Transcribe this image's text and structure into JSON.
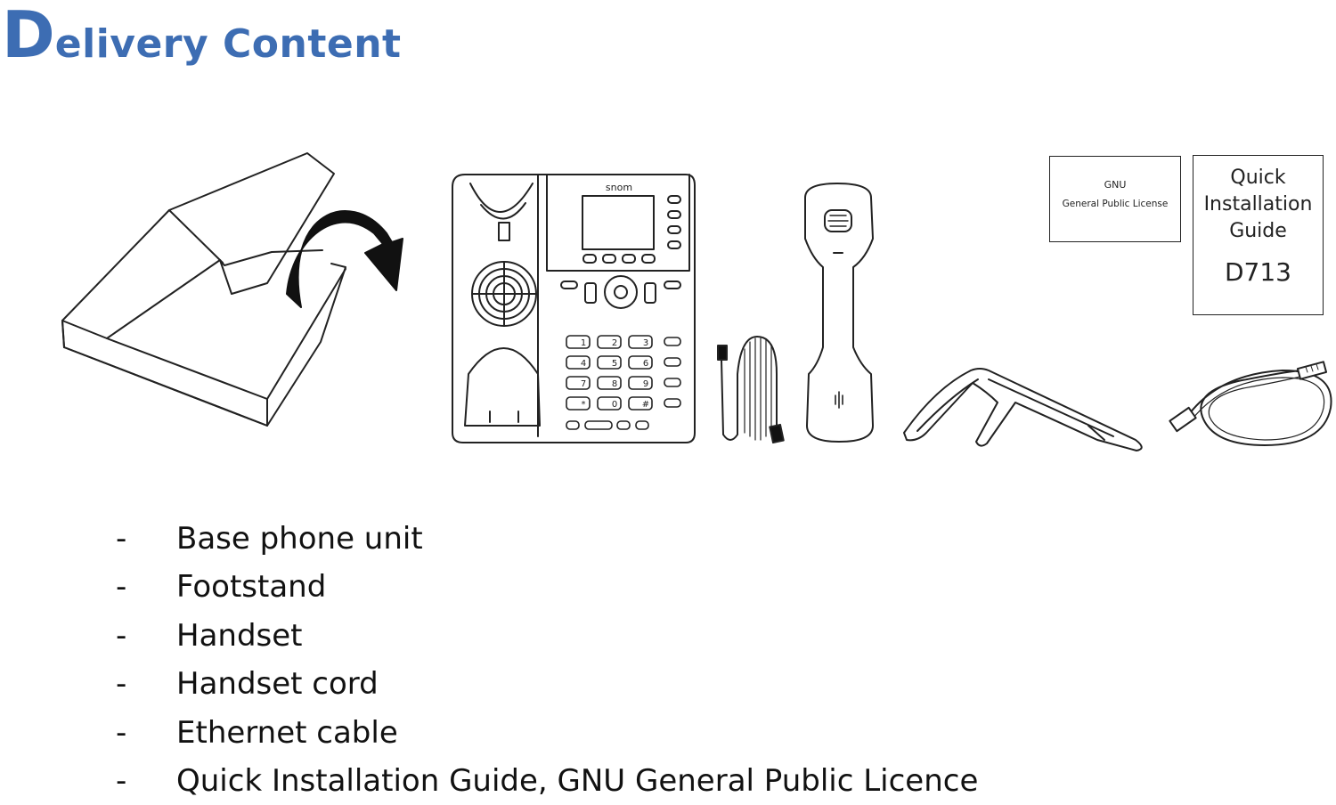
{
  "title": {
    "first_letter": "D",
    "rest": "elivery Content"
  },
  "illustration": {
    "phone_brand": "snom",
    "keypad": [
      "1",
      "2",
      "3",
      "4",
      "5",
      "6",
      "7",
      "8",
      "9",
      "*",
      "0",
      "#"
    ],
    "gpl_box": {
      "line1": "GNU",
      "line2": "General Public License"
    },
    "guide_box": {
      "line1": "Quick",
      "line2": "Installation",
      "line3": "Guide",
      "model": "D713"
    },
    "icons": [
      "box-icon",
      "arrow-icon",
      "phone-icon",
      "coiled-cord-icon",
      "handset-icon",
      "footstand-icon",
      "ethernet-cable-icon"
    ]
  },
  "items": [
    {
      "dash": "-",
      "text": "Base phone unit"
    },
    {
      "dash": "-",
      "text": "Footstand"
    },
    {
      "dash": "-",
      "text": "Handset"
    },
    {
      "dash": "-",
      "text": "Handset cord"
    },
    {
      "dash": "-",
      "text": "Ethernet cable"
    },
    {
      "dash": "-",
      "text": "Quick Installation Guide, GNU General Public Licence"
    }
  ],
  "colors": {
    "title": "#3d6db3",
    "line": "#222222"
  }
}
